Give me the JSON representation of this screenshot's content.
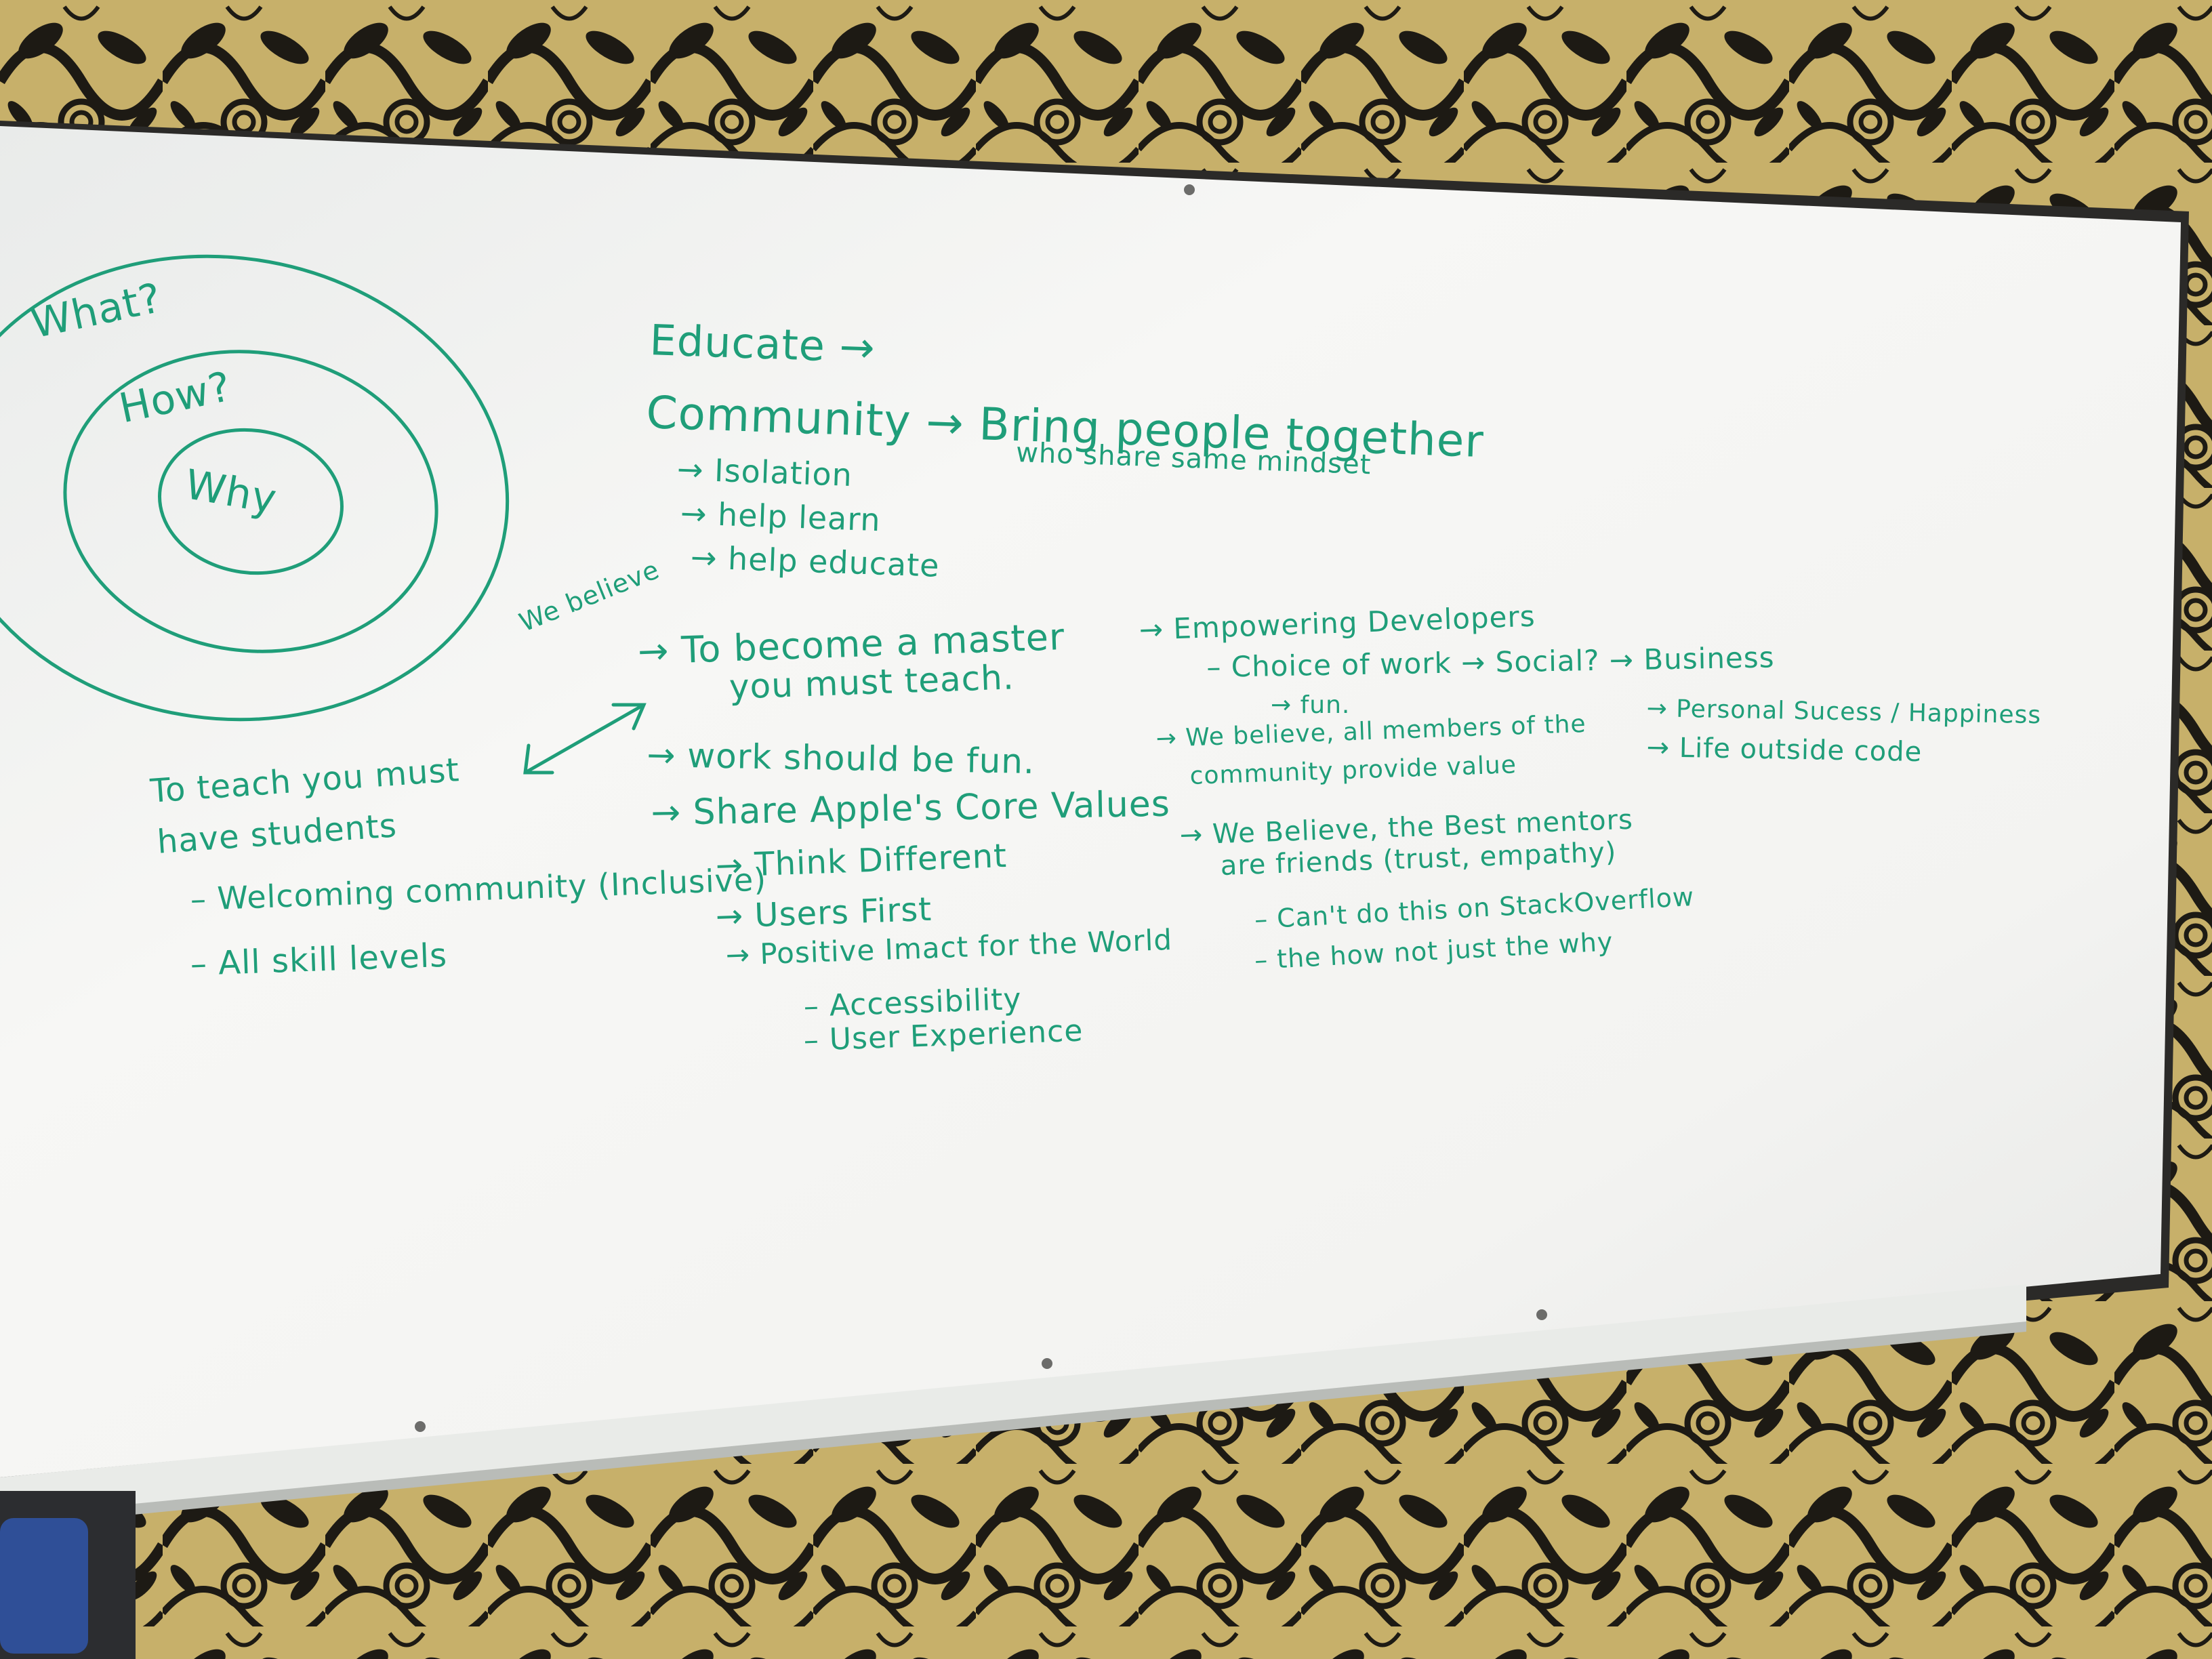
{
  "colors": {
    "marker": "#1f9e79",
    "board": "#f4f5f3",
    "wall": "#c7b06a",
    "mural": "#1d1a14",
    "tray": "#e9ebe8"
  },
  "circles": {
    "outer": "What?",
    "middle": "How?",
    "inner": "Why"
  },
  "center": {
    "educate": "Educate →",
    "community": "Community → Bring people together",
    "community_sub": "who share same mindset",
    "items": [
      "→ Isolation",
      "→ help learn",
      "→ help educate"
    ]
  },
  "beliefs": {
    "label": "We believe",
    "master": "→ To become a master",
    "master_sub": "you must teach.",
    "fun": "→ work should be fun.",
    "apple": "→ Share Apple's Core Values",
    "apple_items": [
      "→ Think Different",
      "→ Users First",
      "→ Positive Imact for the World"
    ],
    "apple_subitems": [
      "– Accessibility",
      "– User Experience"
    ]
  },
  "teach": {
    "line1": "To teach you must",
    "line2": "have students",
    "items": [
      "– Welcoming community (Inclusive)",
      "– All skill levels"
    ]
  },
  "empower": {
    "title": "→ Empowering Developers",
    "choice": "– Choice of work → Social? → Business",
    "fun": "→ fun.",
    "value1": "→ We believe, all members of the",
    "value2": "community provide value",
    "mentors1": "→ We Believe, the Best mentors",
    "mentors2": "are friends (trust, empathy)",
    "so1": "– Can't do this on StackOverflow",
    "so2": "– the how not just the why"
  },
  "outcomes": [
    "→ Personal Sucess / Happiness",
    "→ Life outside code"
  ]
}
